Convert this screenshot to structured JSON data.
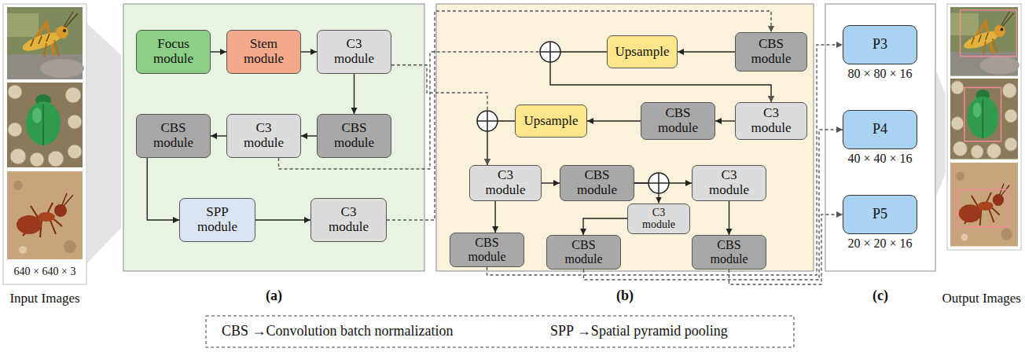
{
  "diagram": {
    "nodes": [
      {
        "text": [
          "(a)"
        ]
      },
      {
        "text": [
          "Focus module"
        ],
        "in": 0
      },
      {
        "text": [
          "Stem module"
        ],
        "in": 0
      },
      {
        "text": [
          "C3 module"
        ],
        "in": 0
      },
      {
        "text": [
          "CBS module"
        ],
        "in": 0
      },
      {
        "text": [
          "C3 module"
        ],
        "in": 0
      },
      {
        "text": [
          "CBS module"
        ],
        "in": 0
      },
      {
        "text": [
          "SPP module"
        ],
        "in": 0
      },
      {
        "text": [
          "C3 module"
        ],
        "in": 0
      },
      {
        "text": [
          "(b)"
        ]
      },
      {
        "text": [
          "CBS module"
        ],
        "in": 9
      },
      {
        "text": [
          "Upsample"
        ],
        "in": 9
      },
      {
        "text": [
          "C3 module"
        ],
        "in": 9
      },
      {
        "text": [
          "CBS module"
        ],
        "in": 9
      },
      {
        "text": [
          "Upsample"
        ],
        "in": 9
      },
      {
        "text": [
          "C3 module"
        ],
        "in": 9
      },
      {
        "text": [
          "CBS module"
        ],
        "in": 9
      },
      {
        "text": [
          "C3 module"
        ],
        "in": 9
      },
      {
        "text": [
          "C3 module"
        ],
        "in": 9
      },
      {
        "text": [
          "CBS module"
        ],
        "in": 9
      },
      {
        "text": [
          "CBS module"
        ],
        "in": 9
      },
      {
        "text": [
          "CBS module"
        ],
        "in": 9
      },
      {
        "text": [
          "(c)"
        ]
      },
      {
        "text": [
          "P3",
          "80 × 80 × 16"
        ],
        "in": 22
      },
      {
        "text": [
          "P4",
          "40 × 40 × 16"
        ],
        "in": 22
      },
      {
        "text": [
          "P5",
          "20 × 20 × 16"
        ],
        "in": 22
      }
    ],
    "edges": [
      {
        "from": 1,
        "to": 2,
        "arrow": "to"
      },
      {
        "from": 2,
        "to": 3,
        "arrow": "to"
      },
      {
        "from": 3,
        "to": 4,
        "arrow": "to"
      },
      {
        "from": 4,
        "to": 5,
        "arrow": "to"
      },
      {
        "from": 5,
        "to": 6,
        "arrow": "to"
      },
      {
        "from": 6,
        "to": 7,
        "arrow": "to"
      },
      {
        "from": 7,
        "to": 8,
        "arrow": "to"
      },
      {
        "from": 8,
        "to": 10,
        "arrow": "to"
      },
      {
        "from": 10,
        "to": 11,
        "arrow": "to"
      },
      {
        "from": 11,
        "to": 12,
        "arrow": "to"
      },
      {
        "from": 5,
        "to": 12,
        "arrow": "to"
      },
      {
        "from": 12,
        "to": 13,
        "arrow": "to"
      },
      {
        "from": 13,
        "to": 14,
        "arrow": "to"
      },
      {
        "from": 14,
        "to": 15,
        "arrow": "to"
      },
      {
        "from": 3,
        "to": 15,
        "arrow": "to"
      },
      {
        "from": 15,
        "to": 16,
        "arrow": "to"
      },
      {
        "from": 16,
        "to": 17,
        "arrow": "to"
      },
      {
        "from": 16,
        "to": 18,
        "arrow": "to"
      },
      {
        "from": 15,
        "to": 19,
        "arrow": "to"
      },
      {
        "from": 18,
        "to": 20,
        "arrow": "to"
      },
      {
        "from": 17,
        "to": 21,
        "arrow": "to"
      },
      {
        "from": 19,
        "to": 23,
        "arrow": "to"
      },
      {
        "from": 20,
        "to": 24,
        "arrow": "to"
      },
      {
        "from": 21,
        "to": 25,
        "arrow": "to"
      }
    ],
    "labels": [
      "640 × 640 × 3",
      "Input Images",
      "Output Images",
      "CBS →Convolution batch normalization",
      "SPP →Spatial pyramid pooling"
    ]
  }
}
